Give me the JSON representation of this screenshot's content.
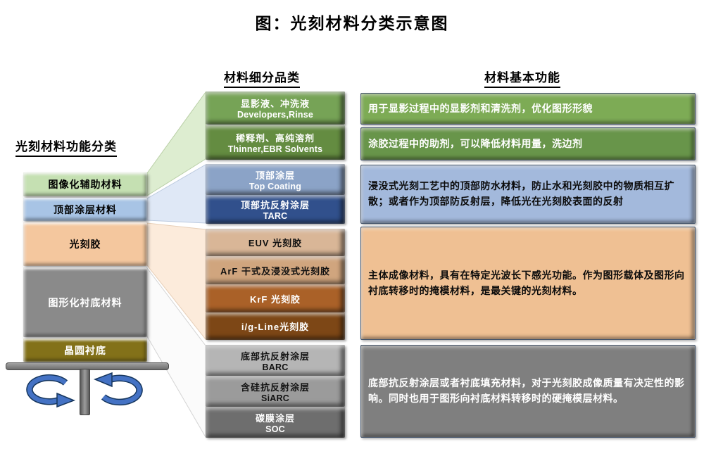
{
  "title": "图：光刻材料分类示意图",
  "headers": {
    "left": "光刻材料功能分类",
    "middle": "材料细分品类",
    "right": "材料基本功能"
  },
  "stack": {
    "layers": [
      {
        "label": "图像化辅助材料",
        "color": "#c5e0b2"
      },
      {
        "label": "顶部涂层材料",
        "color": "#a8c4e5"
      },
      {
        "label": "光刻胶",
        "color": "#f4c79e"
      },
      {
        "label": "图形化衬底材料",
        "color": "#8a8a8a"
      },
      {
        "label": "晶圆衬底",
        "color": "#837119"
      }
    ],
    "spindle_arrow_color": "#4472c4"
  },
  "subcategories": {
    "groups": [
      {
        "name": "imaging-auxiliary-materials",
        "items": [
          {
            "line1": "显影液、冲洗液",
            "line2": "Developers,Rinse",
            "color": "#76a356"
          },
          {
            "line1": "稀释剂、高纯溶剂",
            "line2": "Thinner,EBR Solvents",
            "color": "#648c41"
          }
        ]
      },
      {
        "name": "top-coating-materials",
        "items": [
          {
            "line1": "顶部涂层",
            "line2": "Top Coating",
            "color": "#8ba3c7"
          },
          {
            "line1": "顶部抗反射涂层",
            "line2": "TARC",
            "color": "#31508c"
          }
        ]
      },
      {
        "name": "photoresists",
        "items": [
          {
            "line1": "EUV 光刻胶",
            "color": "#d9b697"
          },
          {
            "line1": "ArF 干式及浸没式光刻胶",
            "color": "#d0a57e"
          },
          {
            "line1": "KrF 光刻胶",
            "color": "#aa6128"
          },
          {
            "line1": "i/g-Line光刻胶",
            "color": "#7d4716"
          }
        ]
      },
      {
        "name": "patterned-substrate-materials",
        "items": [
          {
            "line1": "底部抗反射涂层",
            "line2": "BARC",
            "color": "#b5b5b5"
          },
          {
            "line1": "含硅抗反射涂层",
            "line2": "SiARC",
            "color": "#9b9b9b"
          },
          {
            "line1": "碳膜涂层",
            "line2": "SOC",
            "color": "#6e6e6e"
          }
        ]
      }
    ]
  },
  "functions": [
    {
      "text": "用于显影过程中的显影剂和清洗剂，优化图形形貌",
      "color": "#7dab55"
    },
    {
      "text": "涂胶过程中的助剂，可以降低材料用量，洗边剂",
      "color": "#68954a"
    },
    {
      "text": "浸没式光刻工艺中的顶部防水材料，防止水和光刻胶中的物质相互扩散；或者作为顶部防反射层，降低光在光刻胶表面的反射",
      "color": "#a3b9dc"
    },
    {
      "text": "主体成像材料，具有在特定光波长下感光功能。作为图形载体及图形向衬底转移时的掩模材料，是最关键的光刻材料。",
      "color": "#efc093"
    },
    {
      "text": "底部抗反射涂层或者衬底填充材料，对于光刻胶成像质量有决定性的影响。同时也用于图形向衬底材料转移时的硬掩模层材料。",
      "color": "#7f7f7f"
    }
  ]
}
